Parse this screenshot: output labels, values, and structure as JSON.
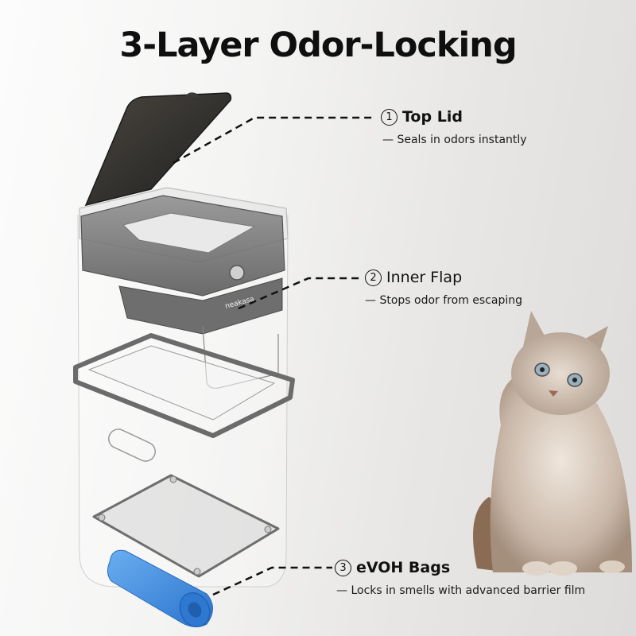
{
  "title": "3-Layer Odor-Locking",
  "brand": "neakasa",
  "colors": {
    "text": "#111111",
    "bag_blue": "#3d8fe0",
    "lid_dark": "#2e2e2e",
    "frame_gray": "#6b6b6b",
    "background_left": "#fcfcfc",
    "background_right": "#dedcda"
  },
  "callouts": [
    {
      "number": "1",
      "label": "Top Lid",
      "description": "— Seals in odors instantly"
    },
    {
      "number": "2",
      "label": "Inner Flap",
      "description": "— Stops odor from escaping"
    },
    {
      "number": "3",
      "label": "eVOH Bags",
      "description": "— Locks in smells with advanced barrier film"
    }
  ],
  "images": {
    "product": "exploded-view-litter-disposal-bin",
    "cat": "sitting-long-haired-cat",
    "bag_roll": "blue-bag-roll"
  }
}
